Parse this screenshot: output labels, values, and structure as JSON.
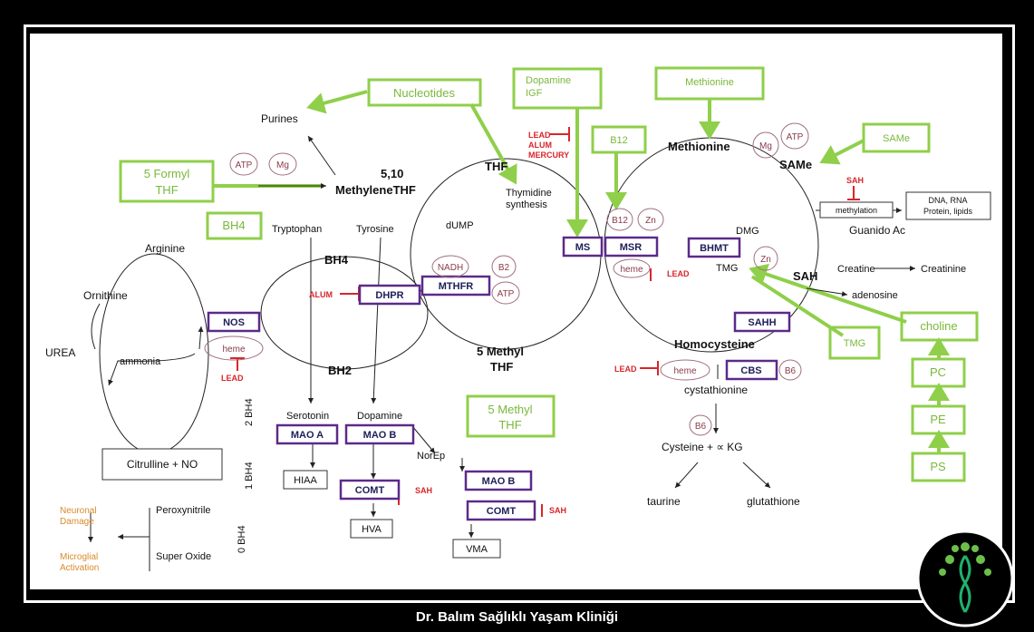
{
  "footer": "Dr. Balım Sağlıklı Yaşam Kliniği",
  "logo": {
    "icon": "tree-dna-icon",
    "color": "#1fb36b"
  },
  "colors": {
    "green": "#8fcf4a",
    "purple": "#5c2a8a",
    "red": "#d9262a",
    "orange": "#d98a2a"
  },
  "green_boxes": {
    "nucleotides": "Nucleotides",
    "dopamine_igf": [
      "Dopamine",
      "IGF"
    ],
    "methionine": "Methionine",
    "b12": "B12",
    "same": "SAMe",
    "formyl": [
      "5 Formyl",
      "THF"
    ],
    "bh4": "BH4",
    "methyl_thf": [
      "5 Methyl",
      "THF"
    ],
    "tmg": "TMG",
    "choline": "choline",
    "pc": "PC",
    "pe": "PE",
    "ps": "PS"
  },
  "enzymes": {
    "ms": "MS",
    "msr": "MSR",
    "bhmt": "BHMT",
    "mthfr": "MTHFR",
    "dhpr": "DHPR",
    "nos": "NOS",
    "sahh": "SAHH",
    "cbs": "CBS",
    "mao_a": "MAO A",
    "mao_b1": "MAO B",
    "mao_b2": "MAO B",
    "comt1": "COMT",
    "comt2": "COMT"
  },
  "cofactors": {
    "atp1": "ATP",
    "mg1": "Mg",
    "mg2": "Mg",
    "atp2": "ATP",
    "b12": "B12",
    "zn1": "Zn",
    "heme1": "heme",
    "nadh": "NADH",
    "b2": "B2",
    "atp3": "ATP",
    "zn2": "Zn",
    "heme2": "heme",
    "heme3": "heme",
    "b6a": "B6",
    "b6b": "B6"
  },
  "metabolites": {
    "purines": "Purines",
    "methylene": [
      "5,10",
      "MethyleneTHF"
    ],
    "thf": "THF",
    "thymidine": [
      "Thymidine",
      "synthesis"
    ],
    "dump": "dUMP",
    "methionine": "Methionine",
    "same": "SAMe",
    "dmg": "DMG",
    "tmg": "TMG",
    "guanido": "Guanido Ac",
    "creatine": "Creatine",
    "creatinine": "Creatinine",
    "sah": "SAH",
    "adenosine": "adenosine",
    "homocysteine": "Homocysteine",
    "cystathionine": "cystathionine",
    "cysteine": "Cysteine + ∝ KG",
    "taurine": "taurine",
    "glutathione": "glutathione",
    "methyl_thf": [
      "5 Methyl",
      "THF"
    ],
    "tryptophan": "Tryptophan",
    "tyrosine": "Tyrosine",
    "arginine": "Arginine",
    "ornithine": "Ornithine",
    "urea": "UREA",
    "ammonia": "ammonia",
    "bh4": "BH4",
    "bh2": "BH2",
    "bh4_2": "2 BH4",
    "bh4_1": "1 BH4",
    "bh4_0": "0 BH4",
    "serotonin": "Serotonin",
    "dopamine": "Dopamine",
    "norep": "NorEp",
    "peroxynitrile": "Peroxynitrile",
    "superoxide": "Super Oxide"
  },
  "boxes": {
    "dna": [
      "DNA, RNA",
      "Protein, lipids"
    ],
    "methylation": "methylation",
    "citrulline": "Citrulline + NO",
    "hiaa": "HIAA",
    "hva": "HVA",
    "vma": "VMA"
  },
  "inhibitors": {
    "lead_group": [
      "LEAD",
      "ALUM",
      "MERCURY"
    ],
    "sah_top": "SAH",
    "lead_msr": "LEAD",
    "alum": "ALUM",
    "lead_nos": "LEAD",
    "lead_cbs": "LEAD",
    "sah_comt1": "SAH",
    "sah_comt2": "SAH"
  },
  "outcomes": {
    "neuronal": [
      "Neuronal",
      "Damage"
    ],
    "microglial": [
      "Microglial",
      "Activation"
    ]
  }
}
